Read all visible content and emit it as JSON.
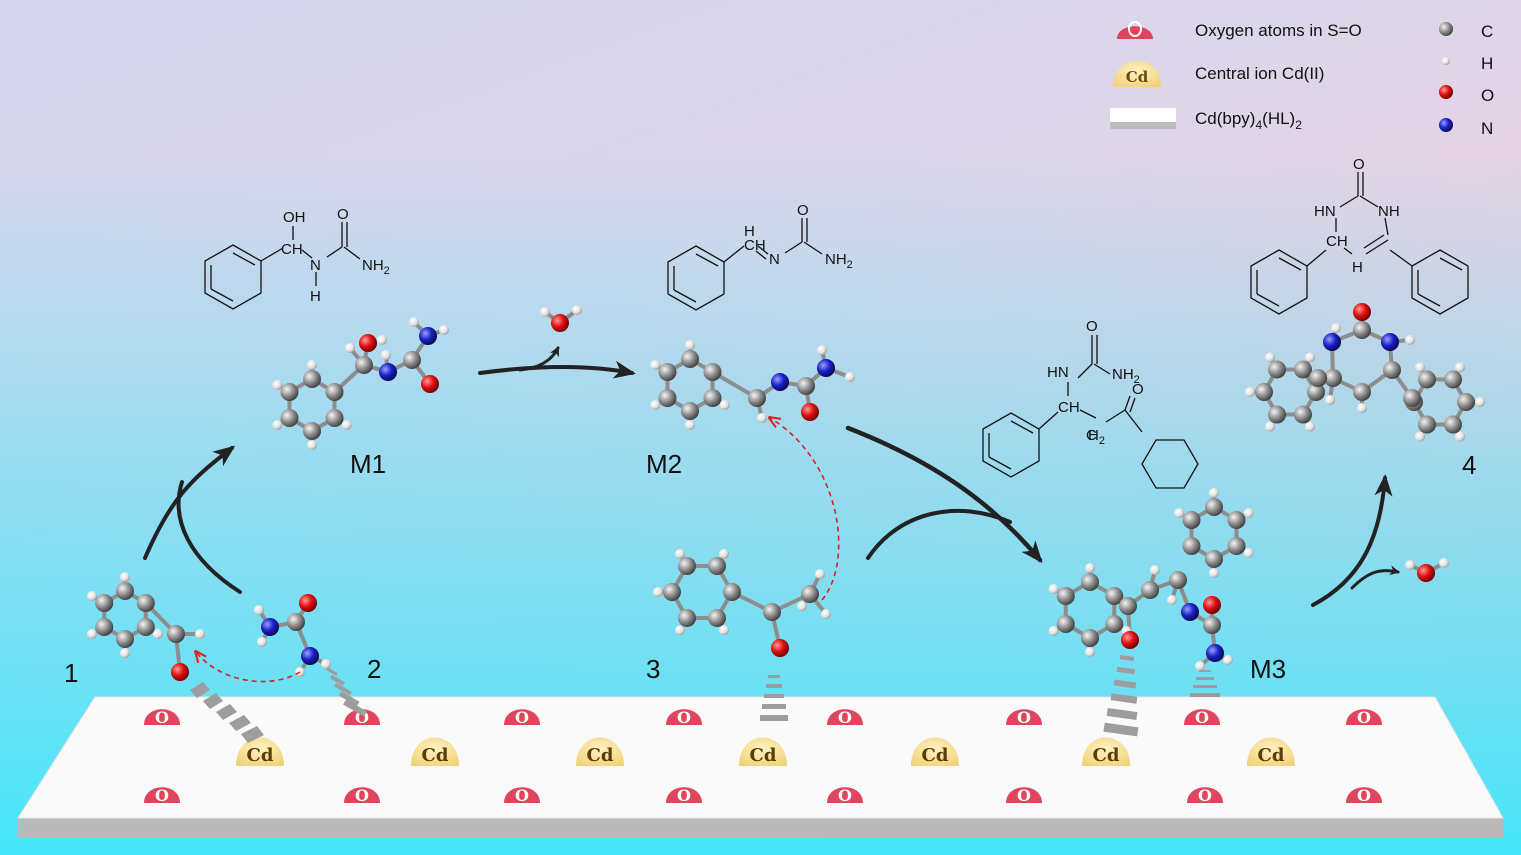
{
  "colors": {
    "bond": "#8d8d8d",
    "carbon": "#7d7d7d",
    "hydrogen": "#e4e4e4",
    "oxygen": "#d11a1a",
    "nitrogen": "#1b22c8",
    "oxygen_site": "#e0455e",
    "cd_site": "#f6dc8c",
    "arrow": "#222222",
    "dashed_arrow": "#e02020"
  },
  "legend": {
    "oxygen_site": {
      "symbol": "O",
      "label": "Oxygen atoms in S=O"
    },
    "cd_site": {
      "symbol": "Cd",
      "label": "Central ion Cd(II)"
    },
    "framework": {
      "label_main": "Cd(bpy)",
      "sub1": "4",
      "label_mid": "(HL)",
      "sub2": "2"
    },
    "atoms": [
      {
        "symbol": "C",
        "color": "#7d7d7d"
      },
      {
        "symbol": "H",
        "color": "#e4e4e4"
      },
      {
        "symbol": "O",
        "color": "#d11a1a"
      },
      {
        "symbol": "N",
        "color": "#1b22c8"
      }
    ]
  },
  "species_labels": {
    "s1": "1",
    "s2": "2",
    "s3": "3",
    "s4": "4",
    "m1": "M1",
    "m2": "M2",
    "m3": "M3"
  },
  "structure_text": {
    "m1": {
      "oh": "OH",
      "ch": "CH",
      "n": "N",
      "h": "H",
      "o": "O",
      "nh2": "NH",
      "sub2": "2"
    },
    "m2": {
      "ch": "CH",
      "n": "N",
      "o": "O",
      "nh2": "NH",
      "sub2": "2"
    },
    "m3": {
      "hn": "HN",
      "ch": "CH",
      "ch2": "H",
      "sub2": "2",
      "o1": "O",
      "nh2": "NH",
      "sub_nh2": "2",
      "o2": "O"
    },
    "p4": {
      "o": "O",
      "hn": "HN",
      "nh": "NH",
      "ch": "CH",
      "h": "H"
    }
  },
  "surface": {
    "oxygen_site_symbol": "O",
    "cd_site_symbol": "Cd"
  }
}
